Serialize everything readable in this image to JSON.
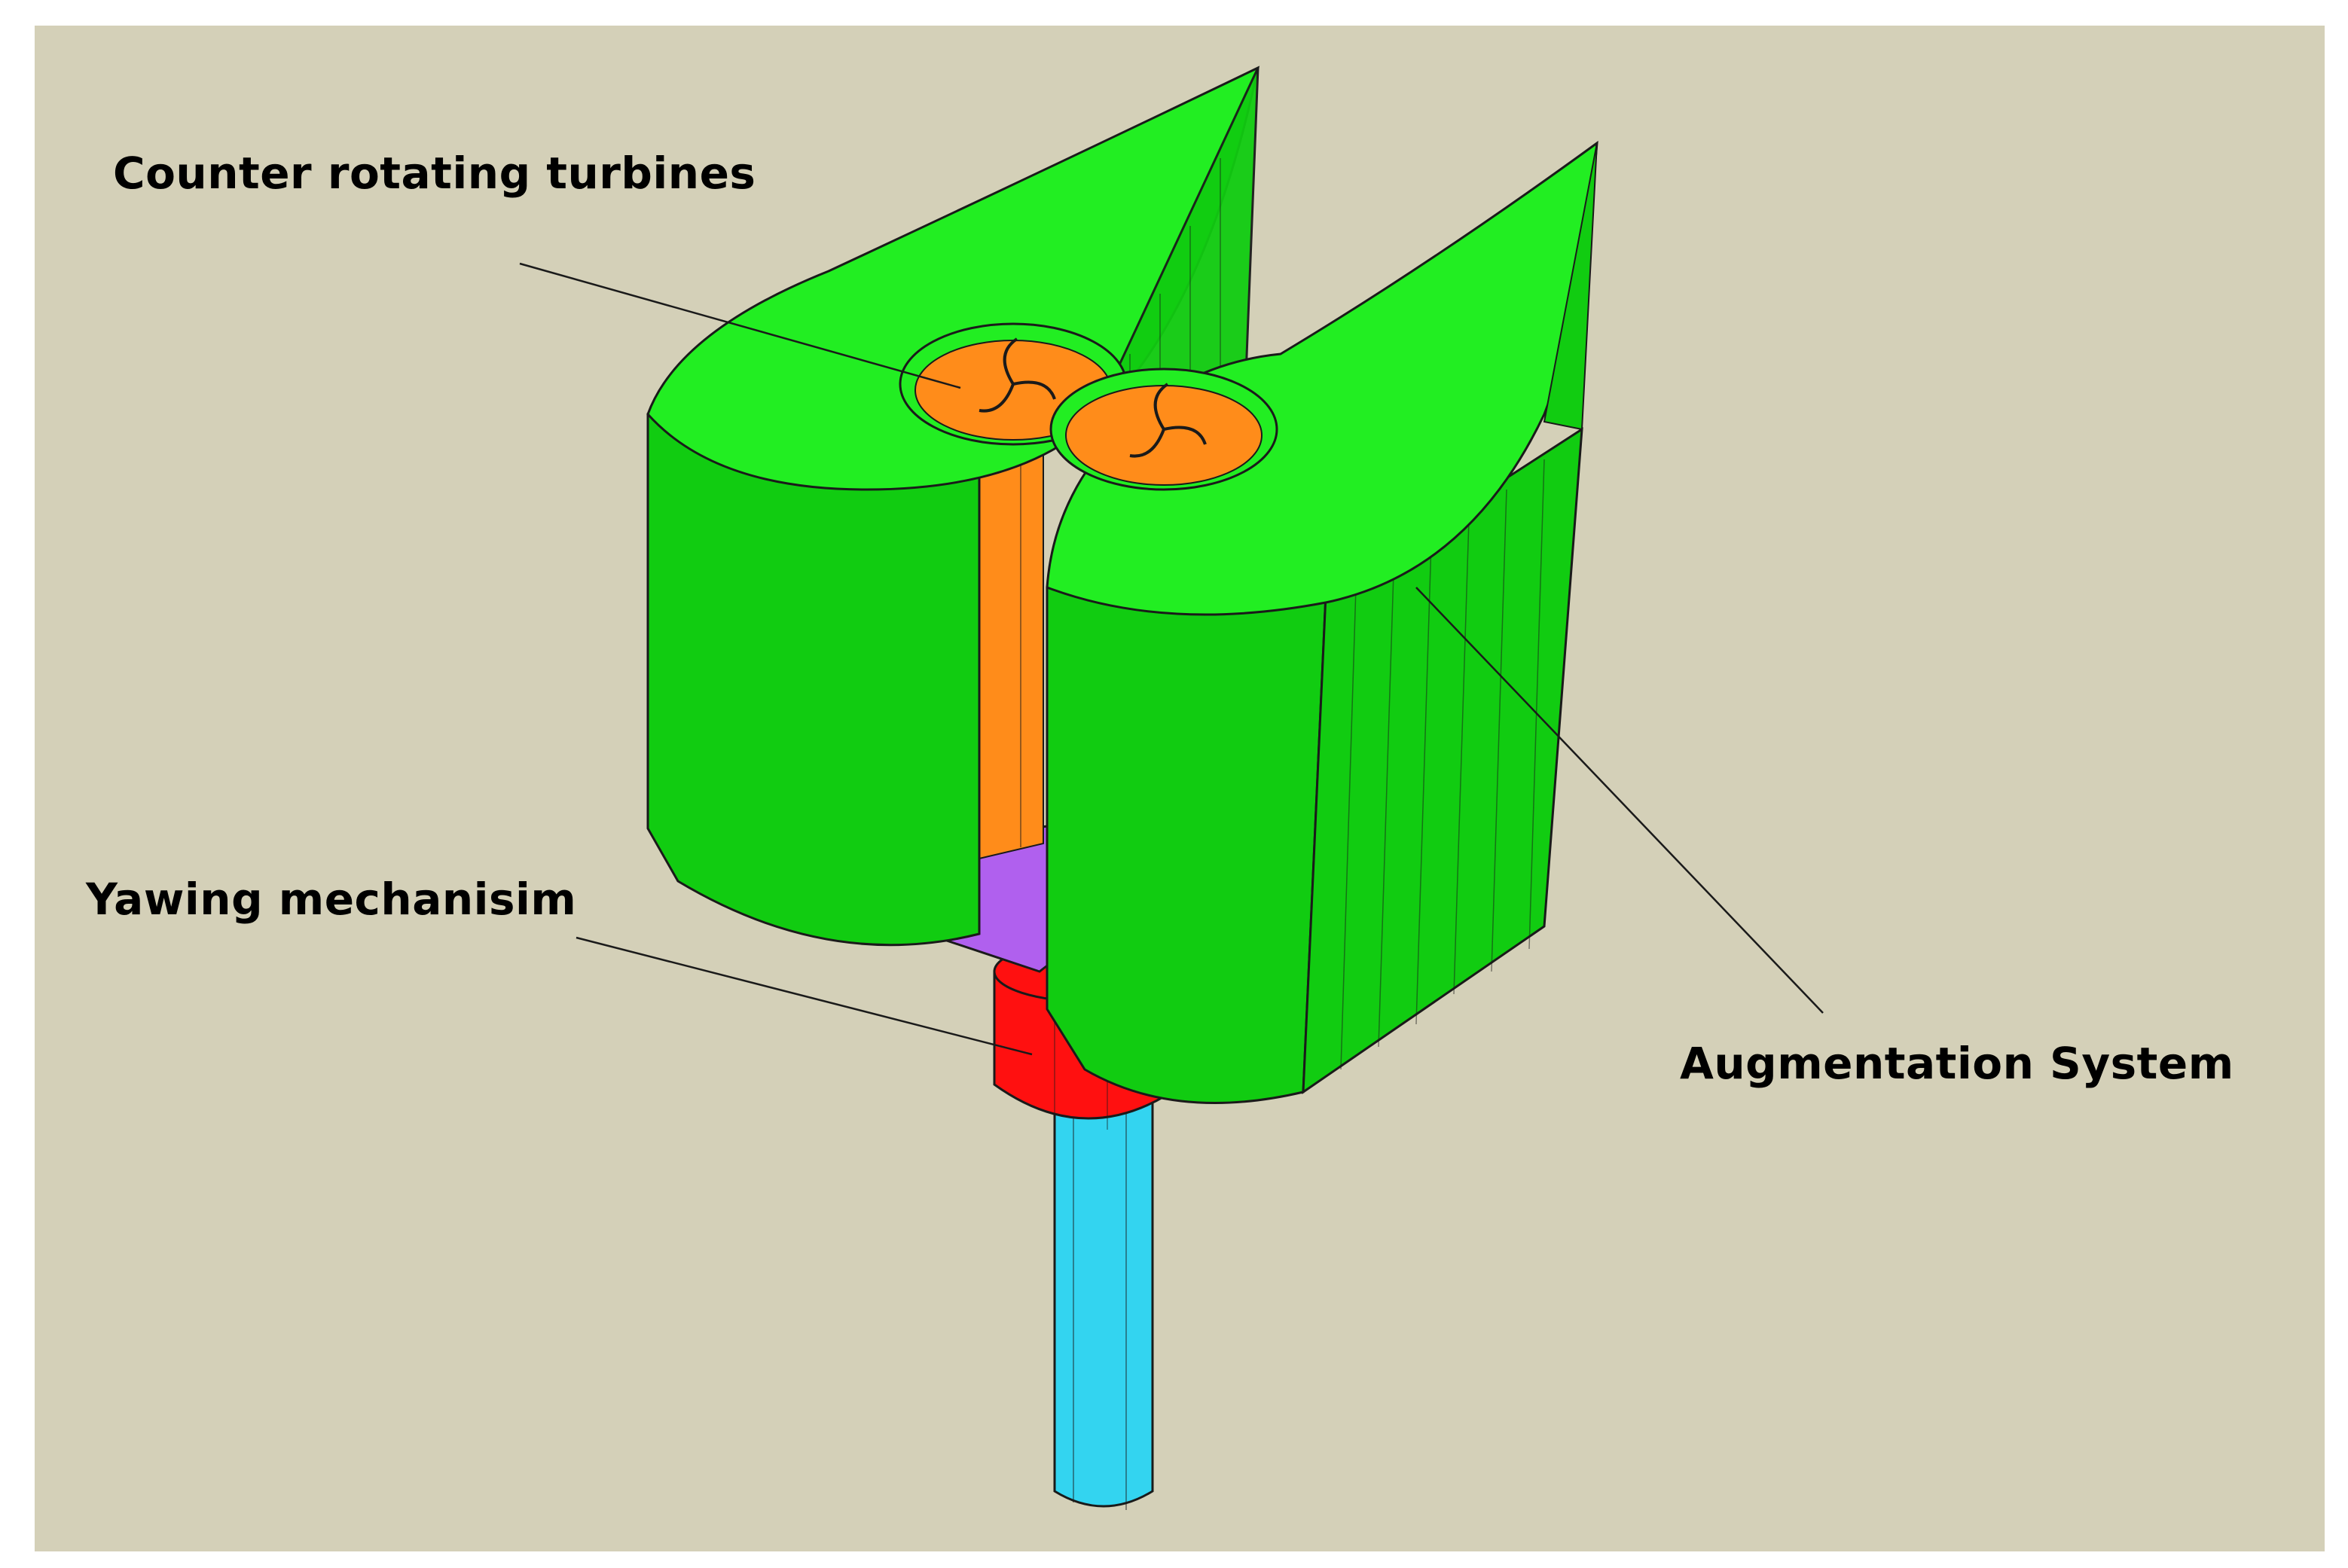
{
  "labels": {
    "turbines": "Counter rotating turbines",
    "yaw": "Yawing mechanisim",
    "augmentation": "Augmentation System"
  },
  "colors": {
    "background": "#d4d0b8",
    "shell_top": "#22ee22",
    "shell_side": "#11cc11",
    "turbine": "#ff8c1a",
    "yaw_plate": "#b060ee",
    "collar": "#ff1010",
    "shaft": "#33d4f0",
    "outline": "#1a1a1a"
  },
  "icons": {
    "turbine_rotor": "curved-blade-rotor"
  }
}
